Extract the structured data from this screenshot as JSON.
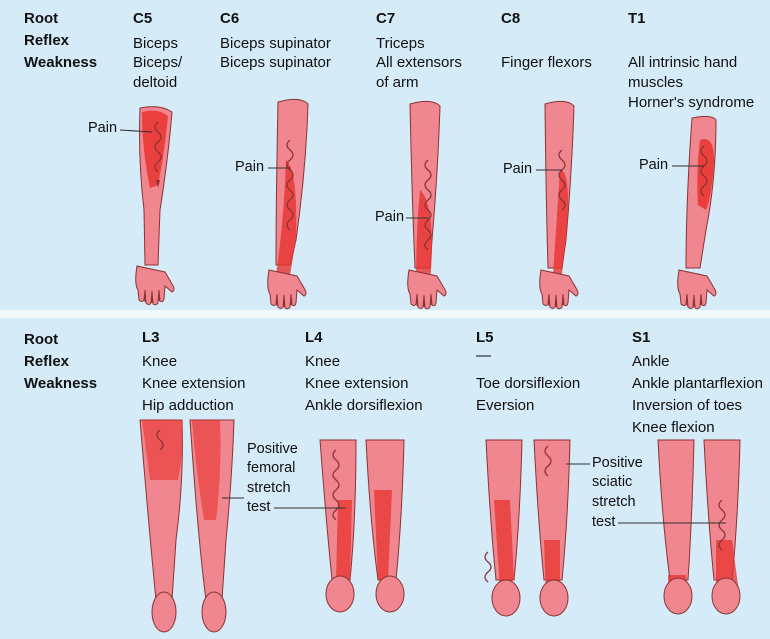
{
  "row_labels": [
    "Root",
    "Reflex",
    "Weakness"
  ],
  "upper_limb": [
    {
      "root": "C5",
      "reflex": "Biceps",
      "weakness": [
        "Biceps/",
        "deltoid"
      ],
      "pain_label": "Pain"
    },
    {
      "root": "C6",
      "reflex": "Biceps supinator",
      "weakness": [
        "Biceps supinator"
      ],
      "pain_label": "Pain"
    },
    {
      "root": "C7",
      "reflex": "Triceps",
      "weakness": [
        "All extensors",
        "of arm"
      ],
      "pain_label": "Pain"
    },
    {
      "root": "C8",
      "reflex": "",
      "weakness": [
        "Finger flexors"
      ],
      "pain_label": "Pain"
    },
    {
      "root": "T1",
      "reflex": "",
      "weakness": [
        "All intrinsic hand",
        "muscles",
        "Horner's syndrome"
      ],
      "pain_label": "Pain"
    }
  ],
  "lower_limb": [
    {
      "root": "L3",
      "reflex": "Knee",
      "weakness": [
        "Knee extension",
        "Hip adduction"
      ]
    },
    {
      "root": "L4",
      "reflex": "Knee",
      "weakness": [
        "Knee extension",
        "Ankle dorsiflexion"
      ]
    },
    {
      "root": "L5",
      "reflex": "—",
      "weakness": [
        "Toe dorsiflexion",
        "Eversion"
      ]
    },
    {
      "root": "S1",
      "reflex": "Ankle",
      "weakness": [
        "Ankle plantarflexion",
        "Inversion of toes",
        "Knee flexion"
      ]
    }
  ],
  "test_labels": {
    "femoral": [
      "Positive",
      "femoral",
      "stretch",
      "test"
    ],
    "sciatic": [
      "Positive",
      "sciatic",
      "stretch",
      "test"
    ]
  },
  "colors": {
    "skin": "#f0868f",
    "dermatome": "#e8322f",
    "outline": "#8a3434",
    "background": "#d5ebf7"
  }
}
